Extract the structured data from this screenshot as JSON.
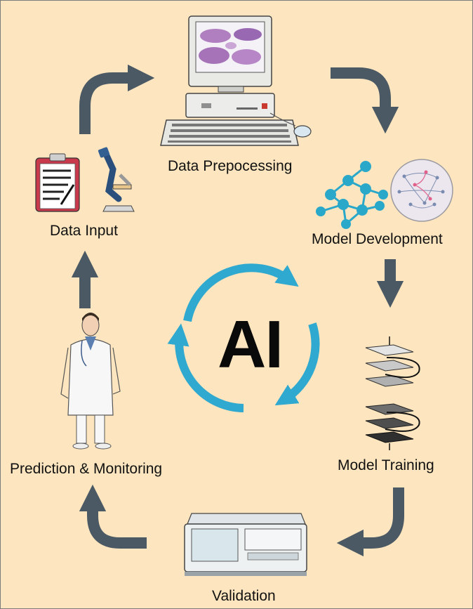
{
  "center": {
    "label": "AI"
  },
  "stages": {
    "data_preprocessing": "Data Prepocessing",
    "model_development": "Model Development",
    "model_training": "Model Training",
    "validation": "Validation",
    "prediction_monitoring": "Prediction & Monitoring",
    "data_input": "Data Input"
  },
  "icons": {
    "data_preprocessing": "computer-icon",
    "model_development": "network-graph-icon",
    "model_training": "layer-stack-icon",
    "validation": "lab-instrument-icon",
    "prediction_monitoring": "doctor-icon",
    "data_input": "clipboard-microscope-icon"
  },
  "colors": {
    "background": "#fde6bf",
    "flow_arrows": "#4a5963",
    "cycle_arrows": "#2fa9cf",
    "network_nodes": "#2aa8c9"
  }
}
